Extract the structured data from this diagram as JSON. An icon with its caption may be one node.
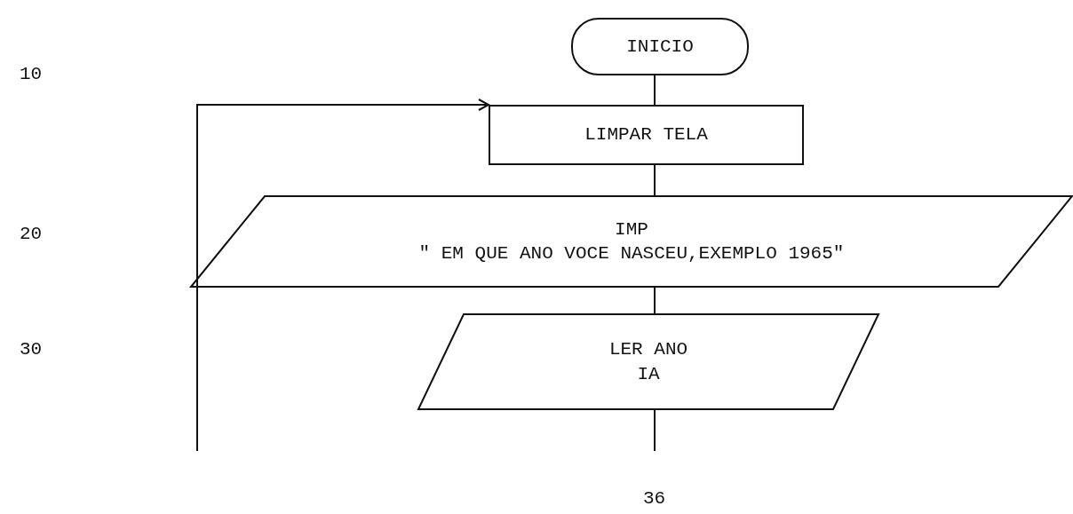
{
  "diagram": {
    "nodes": [
      {
        "text": [
          "INICIO"
        ]
      },
      {
        "text": [
          "LIMPAR TELA"
        ]
      },
      {
        "text": [
          "IMP",
          "\" EM QUE ANO VOCE NASCEU,EXEMPLO 1965\""
        ]
      },
      {
        "text": [
          "LER ANO",
          "IA"
        ]
      }
    ],
    "edges": [
      {
        "from": 0,
        "to": 1,
        "arrow": "none"
      },
      {
        "from": 1,
        "to": 2,
        "arrow": "none"
      },
      {
        "from": 2,
        "to": 3,
        "arrow": "none"
      },
      {
        "from": 3,
        "to": null,
        "arrow": "none"
      },
      {
        "from": null,
        "to": 1,
        "arrow": "to"
      }
    ],
    "labels": [
      "10",
      "20",
      "30",
      "36"
    ]
  }
}
